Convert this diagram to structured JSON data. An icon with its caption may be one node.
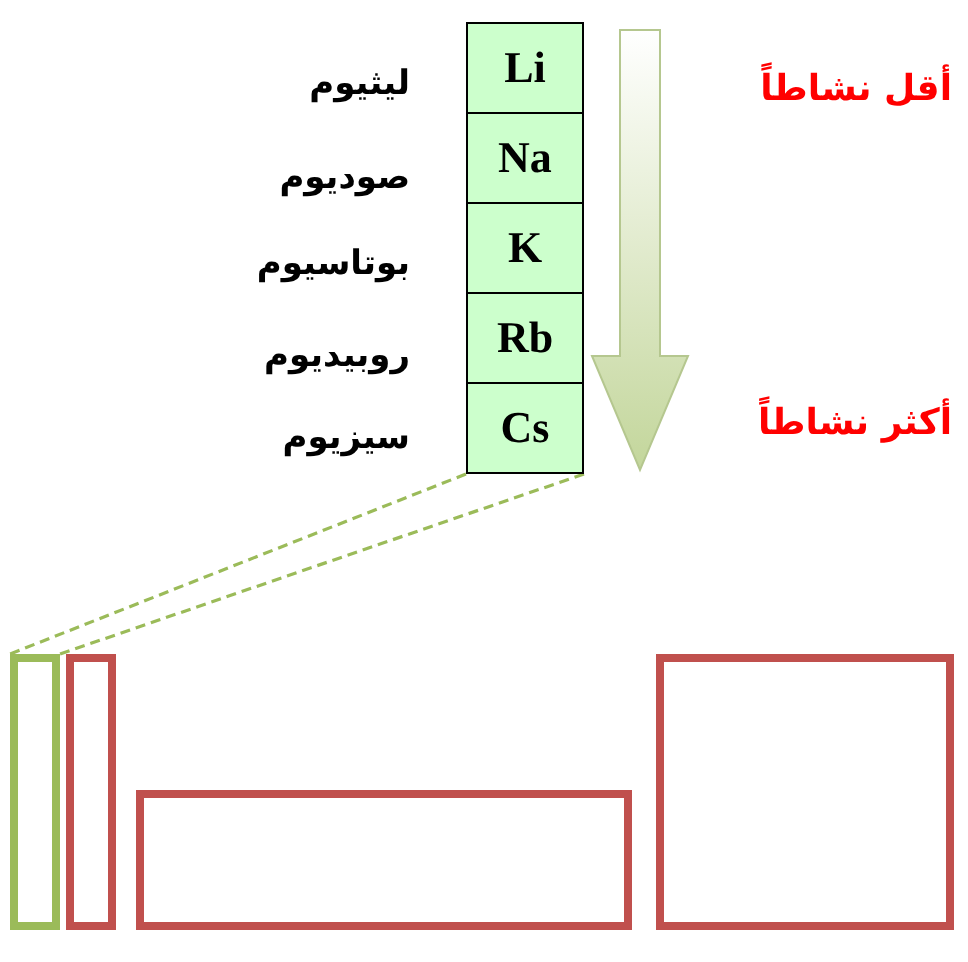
{
  "diagram": {
    "nodes": [
      {
        "text": [
          "Li"
        ],
        "beside": [
          "ليثيوم"
        ]
      },
      {
        "text": [
          "Na"
        ],
        "beside": [
          "صوديوم"
        ]
      },
      {
        "text": [
          "K"
        ],
        "beside": [
          "بوتاسيوم"
        ]
      },
      {
        "text": [
          "Rb"
        ],
        "beside": [
          "روبيديوم"
        ]
      },
      {
        "text": [
          "Cs"
        ],
        "beside": [
          "سيزيوم"
        ]
      },
      {
        "text": [],
        "shape": "box"
      },
      {
        "text": [],
        "shape": "box"
      },
      {
        "text": [],
        "shape": "box"
      },
      {
        "text": [],
        "shape": "box"
      }
    ],
    "edges": [
      {
        "from": 4,
        "to": 5,
        "arrow": "none",
        "style": "dashed"
      },
      {
        "from": 4,
        "to": 5,
        "arrow": "none",
        "style": "dashed"
      },
      {
        "from": 0,
        "to": 4,
        "arrow": "to",
        "style": "thick"
      }
    ],
    "labels": [
      "أقل نشاطاً",
      "أكثر نشاطاً"
    ]
  }
}
